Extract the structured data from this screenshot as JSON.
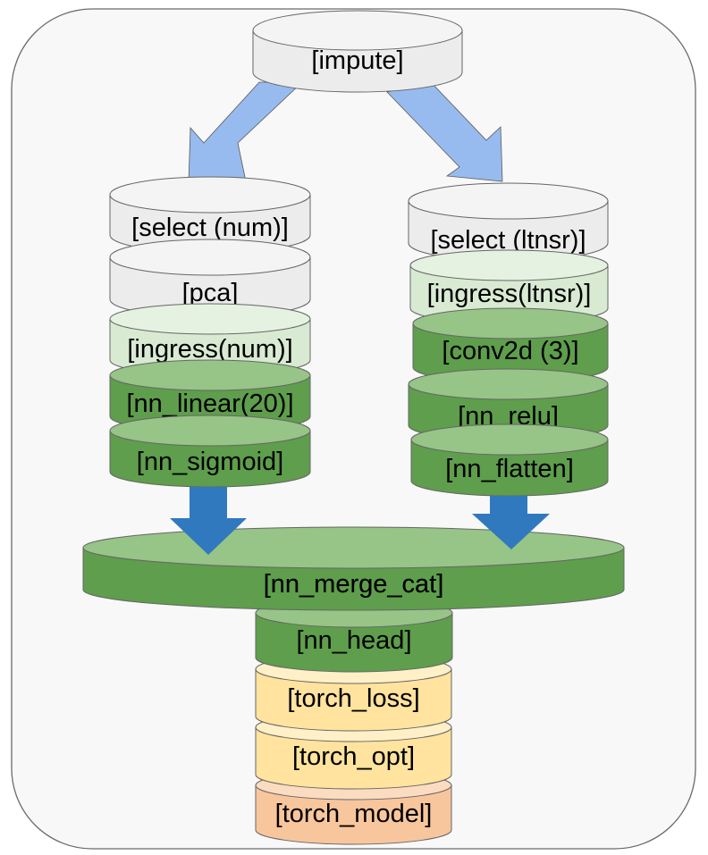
{
  "diagram": {
    "title": "pipeline graph",
    "colors": {
      "background": "#f8f8f8",
      "gray_side": "#ececec",
      "gray_top": "#f4f4f4",
      "light_green_side": "#d9ead3",
      "light_green_top": "#e6f2e1",
      "green_side": "#5e9e4c",
      "green_top": "#97c487",
      "yellow_side": "#ffe39e",
      "yellow_top": "#fff0c8",
      "orange_side": "#f8c69c",
      "orange_top": "#fcdcc0",
      "light_arrow": "#97bbee",
      "dark_arrow": "#3079be"
    },
    "nodes": [
      {
        "id": "impute",
        "label": "[impute]",
        "style": "gray"
      },
      {
        "id": "select_num",
        "label": "[select (num)]",
        "style": "gray"
      },
      {
        "id": "pca",
        "label": "[pca]",
        "style": "gray"
      },
      {
        "id": "ingress_num",
        "label": "[ingress(num)]",
        "style": "light_green"
      },
      {
        "id": "nn_linear",
        "label": "[nn_linear(20)]",
        "style": "green"
      },
      {
        "id": "nn_sigmoid",
        "label": "[nn_sigmoid]",
        "style": "green"
      },
      {
        "id": "select_ltnsr",
        "label": "[select (ltnsr)]",
        "style": "gray"
      },
      {
        "id": "ingress_ltnsr",
        "label": "[ingress(ltnsr)]",
        "style": "light_green"
      },
      {
        "id": "conv2d",
        "label": "[conv2d (3)]",
        "style": "green"
      },
      {
        "id": "nn_relu",
        "label": "[nn_relu]",
        "style": "green"
      },
      {
        "id": "nn_flatten",
        "label": "[nn_flatten]",
        "style": "green"
      },
      {
        "id": "nn_merge_cat",
        "label": "[nn_merge_cat]",
        "style": "green"
      },
      {
        "id": "nn_head",
        "label": "[nn_head]",
        "style": "green"
      },
      {
        "id": "torch_loss",
        "label": "[torch_loss]",
        "style": "yellow"
      },
      {
        "id": "torch_opt",
        "label": "[torch_opt]",
        "style": "yellow"
      },
      {
        "id": "torch_model",
        "label": "[torch_model]",
        "style": "orange"
      }
    ],
    "edges": [
      {
        "from": "impute",
        "to": "select_num",
        "style": "light_arrow"
      },
      {
        "from": "impute",
        "to": "select_ltnsr",
        "style": "light_arrow"
      },
      {
        "from": "nn_sigmoid",
        "to": "nn_merge_cat",
        "style": "dark_arrow"
      },
      {
        "from": "nn_flatten",
        "to": "nn_merge_cat",
        "style": "dark_arrow"
      }
    ]
  }
}
